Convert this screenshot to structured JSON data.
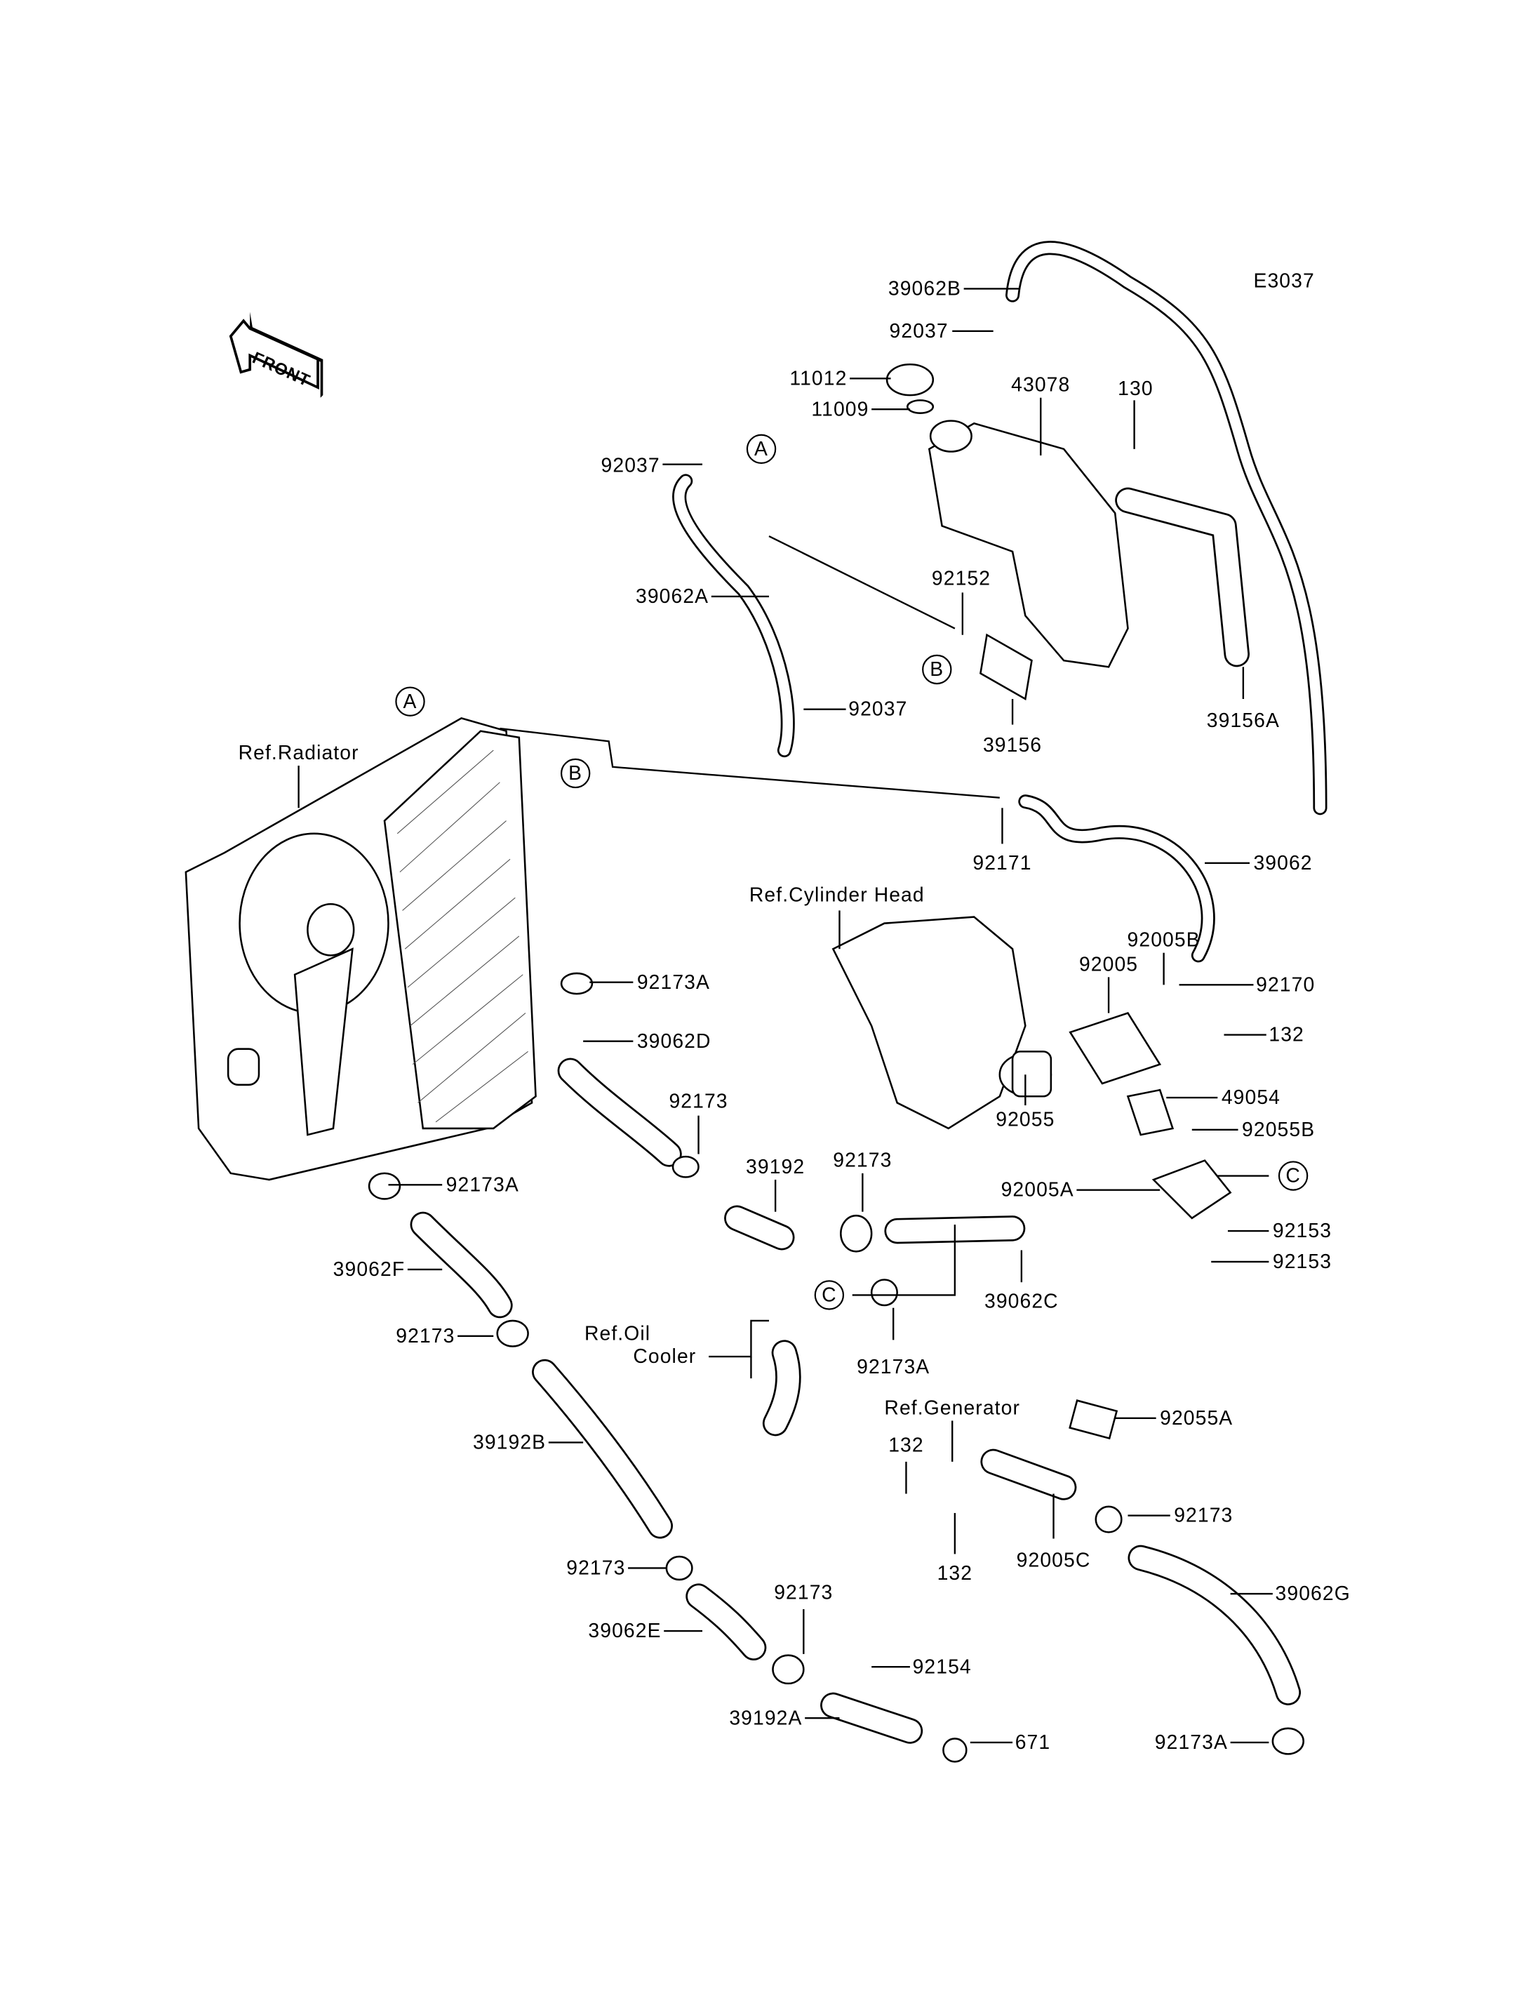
{
  "diagram_code": "E3037",
  "front_logo": "FRONT",
  "markers": {
    "a": "A",
    "b": "B",
    "c": "C"
  },
  "callouts": [
    "E3037",
    "39062B",
    "92037",
    "11012",
    "11009",
    "43078",
    "130",
    "92037",
    "39062A",
    "92152",
    "92037",
    "39156",
    "39156A",
    "Ref.Radiator",
    "92171",
    "39062",
    "Ref.Cylinder Head",
    "92005B",
    "92005",
    "92170",
    "92173A",
    "132",
    "39062D",
    "49054",
    "92055",
    "92055B",
    "92173",
    "39192",
    "92173",
    "92173A",
    "92005A",
    "92153",
    "92153",
    "39062F",
    "39062C",
    "92173",
    "Ref.Oil",
    "92173A",
    "39192B",
    "Ref.Generator",
    "92055A",
    "132",
    "92173",
    "132",
    "92005C",
    "92173",
    "39062G",
    "92173",
    "39062E",
    "92154",
    "39192A",
    "671",
    "92173A",
    "Cooler"
  ]
}
